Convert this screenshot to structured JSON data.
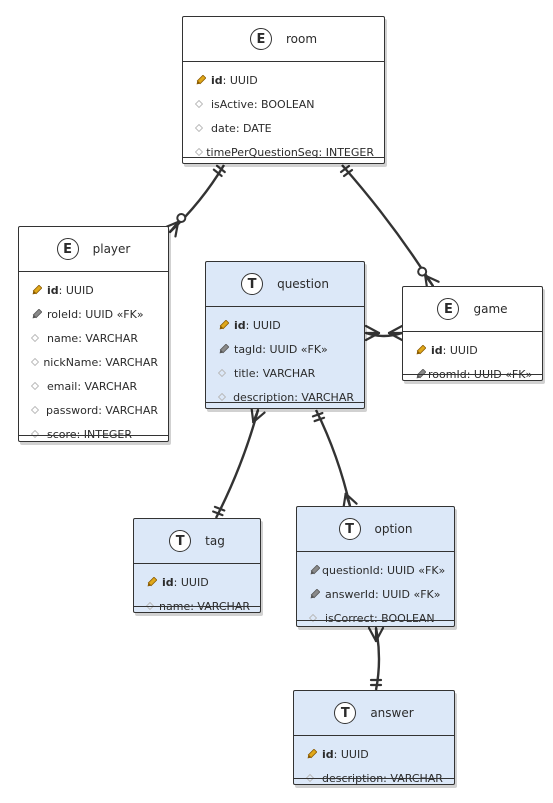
{
  "entities": {
    "room": {
      "badge": "E",
      "name": "room",
      "attributes": [
        {
          "key": "pk",
          "name": "id",
          "type": ": UUID"
        },
        {
          "key": "",
          "name": "isActive",
          "type": ": BOOLEAN"
        },
        {
          "key": "",
          "name": "date",
          "type": ": DATE"
        },
        {
          "key": "",
          "name": "timePerQuestionSeg",
          "type": ": INTEGER"
        }
      ]
    },
    "player": {
      "badge": "E",
      "name": "player",
      "attributes": [
        {
          "key": "pk",
          "name": "id",
          "type": ": UUID"
        },
        {
          "key": "fk",
          "name": "roleId",
          "type": ": UUID «FK»"
        },
        {
          "key": "",
          "name": "name",
          "type": ": VARCHAR"
        },
        {
          "key": "",
          "name": "nickName",
          "type": ": VARCHAR"
        },
        {
          "key": "",
          "name": "email",
          "type": ": VARCHAR"
        },
        {
          "key": "",
          "name": "password",
          "type": ": VARCHAR"
        },
        {
          "key": "",
          "name": "score",
          "type": ": INTEGER"
        }
      ]
    },
    "question": {
      "badge": "T",
      "name": "question",
      "attributes": [
        {
          "key": "pk",
          "name": "id",
          "type": ": UUID"
        },
        {
          "key": "fk",
          "name": "tagId",
          "type": ": UUID «FK»"
        },
        {
          "key": "",
          "name": "title",
          "type": ": VARCHAR"
        },
        {
          "key": "",
          "name": "description",
          "type": ": VARCHAR"
        }
      ]
    },
    "game": {
      "badge": "E",
      "name": "game",
      "attributes": [
        {
          "key": "pk",
          "name": "id",
          "type": ": UUID"
        },
        {
          "key": "fk",
          "name": "roomId",
          "type": ": UUID «FK»"
        }
      ]
    },
    "tag": {
      "badge": "T",
      "name": "tag",
      "attributes": [
        {
          "key": "pk",
          "name": "id",
          "type": ": UUID"
        },
        {
          "key": "",
          "name": "name",
          "type": ": VARCHAR"
        }
      ]
    },
    "option": {
      "badge": "T",
      "name": "option",
      "attributes": [
        {
          "key": "fk",
          "name": "questionId",
          "type": ": UUID «FK»"
        },
        {
          "key": "fk",
          "name": "answerId",
          "type": ": UUID «FK»"
        },
        {
          "key": "",
          "name": "isCorrect",
          "type": ": BOOLEAN"
        }
      ]
    },
    "answer": {
      "badge": "T",
      "name": "answer",
      "attributes": [
        {
          "key": "pk",
          "name": "id",
          "type": ": UUID"
        },
        {
          "key": "",
          "name": "description",
          "type": ": VARCHAR"
        }
      ]
    }
  },
  "relationships": [
    {
      "from": "room",
      "from_card": "one",
      "to": "player",
      "to_card": "zero-or-many"
    },
    {
      "from": "room",
      "from_card": "one",
      "to": "game",
      "to_card": "zero-or-many"
    },
    {
      "from": "game",
      "from_card": "many",
      "to": "question",
      "to_card": "many"
    },
    {
      "from": "question",
      "from_card": "many",
      "to": "tag",
      "to_card": "one"
    },
    {
      "from": "question",
      "from_card": "one",
      "to": "option",
      "to_card": "many"
    },
    {
      "from": "option",
      "from_card": "many",
      "to": "answer",
      "to_card": "one"
    }
  ],
  "colors": {
    "entity_fill": "#ffffff",
    "table_fill": "#dce8f8",
    "stroke": "#333333",
    "pk_icon": "#e0a81a",
    "fk_icon": "#8a8a8a",
    "attr_dot": "#b8b8b8"
  }
}
